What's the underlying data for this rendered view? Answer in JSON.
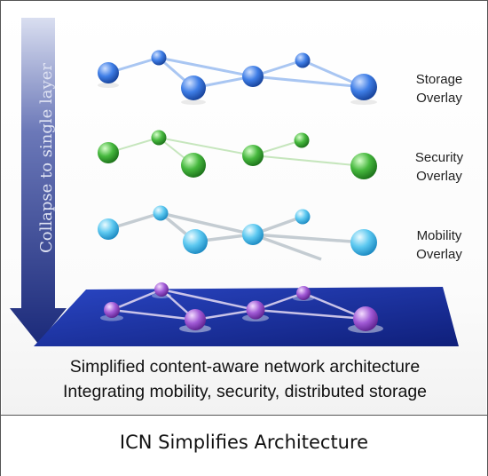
{
  "arrow": {
    "label": "Collapse to single layer"
  },
  "layers": [
    {
      "label_line1": "Storage",
      "label_line2": "Overlay",
      "color_light": "#9cc2ff",
      "color_dark": "#1a4fb5"
    },
    {
      "label_line1": "Security",
      "label_line2": "Overlay",
      "color_light": "#b6f0a6",
      "color_dark": "#1e8a1e"
    },
    {
      "label_line1": "Mobility",
      "label_line2": "Overlay",
      "color_light": "#c9f3ff",
      "color_dark": "#1a9fd6"
    }
  ],
  "base_layer": {
    "color_plane": "#1c2f99",
    "color_node_light": "#e6c4ff",
    "color_node_dark": "#7a2fb0"
  },
  "description": {
    "line1": "Simplified content-aware network architecture",
    "line2": "Integrating mobility, security, distributed storage"
  },
  "caption": "ICN Simplifies Architecture"
}
